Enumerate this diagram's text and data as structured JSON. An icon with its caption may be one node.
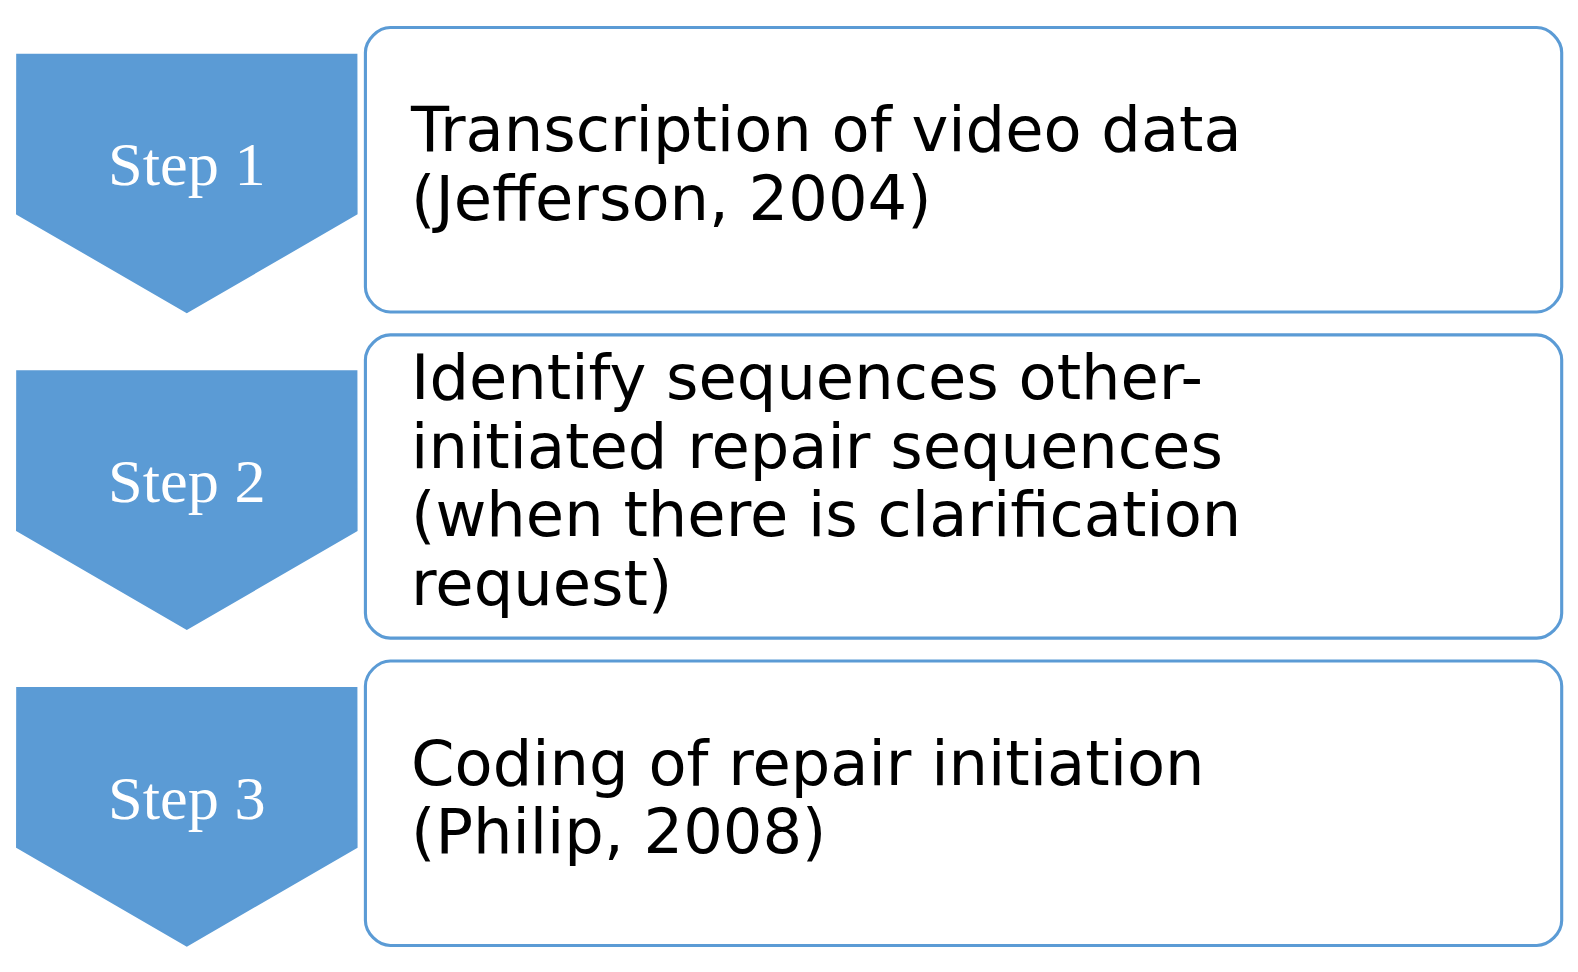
{
  "diagram": {
    "nodes": [
      {
        "text": [
          "Step 1"
        ]
      },
      {
        "text": [
          "Transcription of video data (Jefferson, 2004)"
        ]
      },
      {
        "text": [
          "Step 2"
        ]
      },
      {
        "text": [
          "Identify sequences other-initiated repair sequences (when there is clarification request)"
        ]
      },
      {
        "text": [
          "Step 3"
        ]
      },
      {
        "text": [
          "Coding of repair initiation (Philip, 2008)"
        ]
      }
    ]
  }
}
